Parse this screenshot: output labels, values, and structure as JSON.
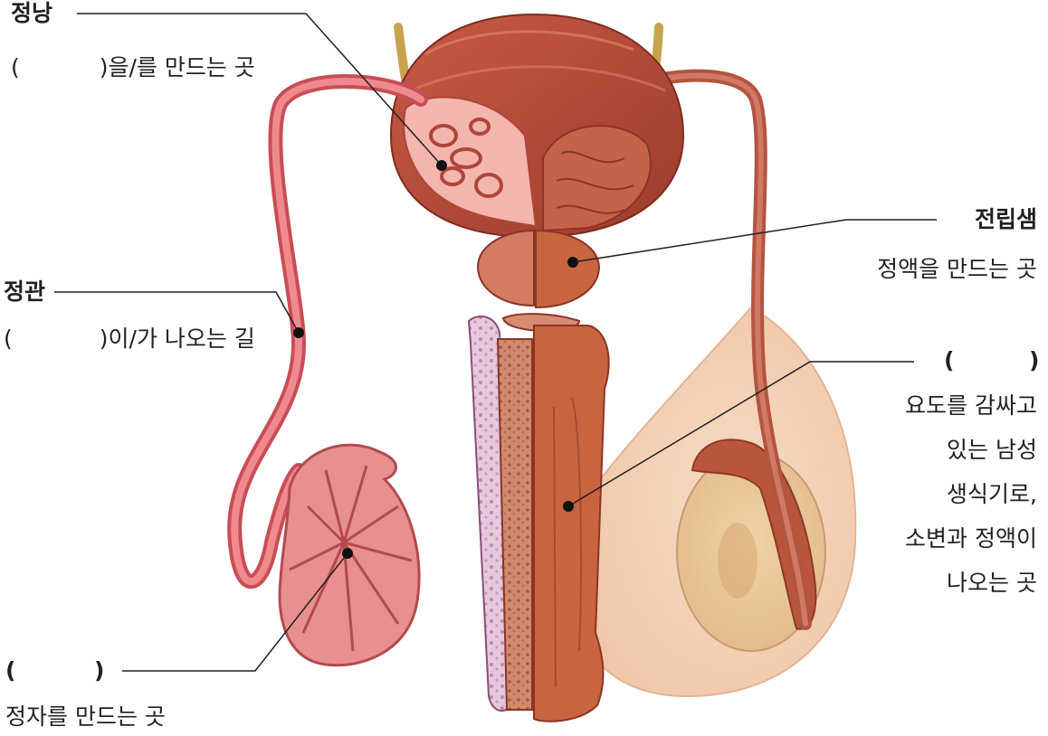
{
  "labels": {
    "seminal_vesicle": {
      "title": "정낭",
      "desc_prefix": "(",
      "desc_suffix": ")을/를 만드는 곳"
    },
    "vas_deferens": {
      "title": "정관",
      "desc_prefix": "(",
      "desc_suffix": ")이/가 나오는 길"
    },
    "prostate": {
      "title": "전립샘",
      "desc": "정액을 만드는 곳"
    },
    "penis": {
      "title_open": "(",
      "title_close": ")",
      "desc_lines": [
        "요도를 감싸고",
        "있는 남성",
        "생식기로,",
        "소변과 정액이",
        "나오는 곳"
      ]
    },
    "testis": {
      "title_open": "(",
      "title_close": ")",
      "desc": "정자를 만드는 곳"
    }
  }
}
